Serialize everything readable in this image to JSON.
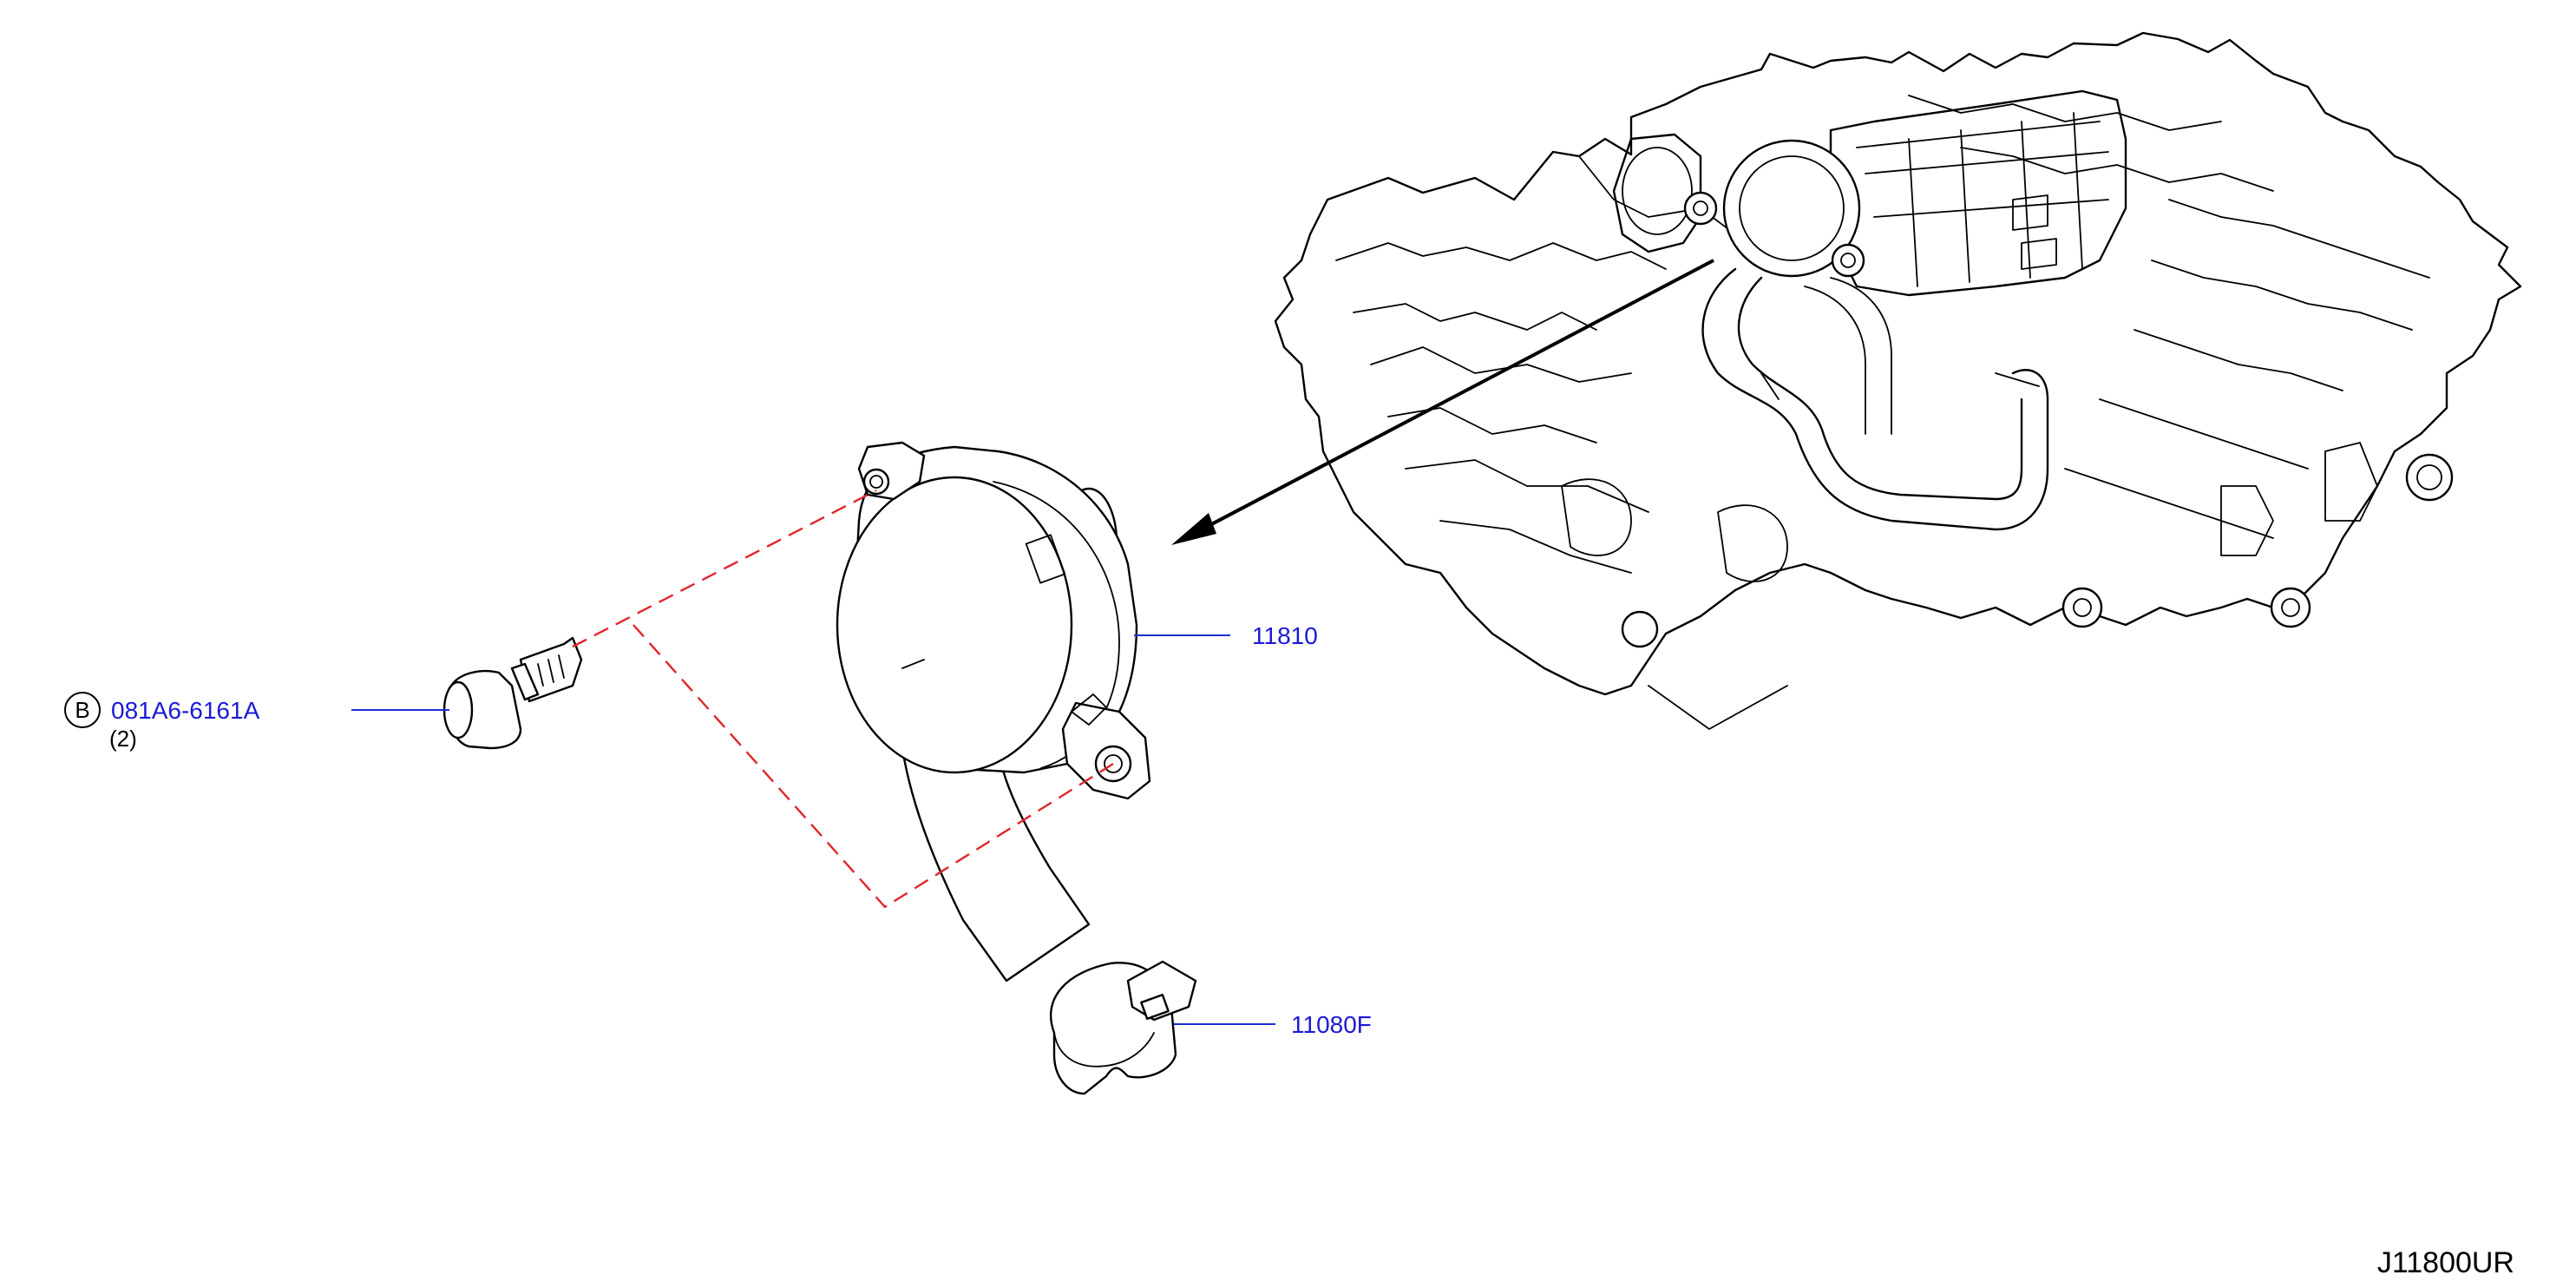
{
  "callouts": {
    "bolt": {
      "marker": "B",
      "part_number": "081A6-6161A",
      "quantity": "(2)"
    },
    "valve": {
      "part_number": "11810"
    },
    "clamp": {
      "part_number": "11080F"
    }
  },
  "diagram_code": "J11800UR",
  "colors": {
    "label": "#1a1ad6",
    "leader": "#1a2fd6",
    "dash": "#e0262b",
    "line": "#000000"
  }
}
